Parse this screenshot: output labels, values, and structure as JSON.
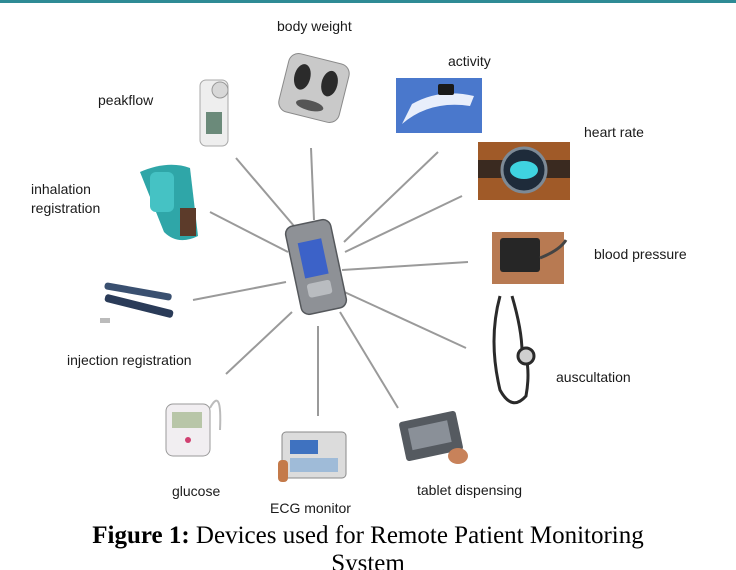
{
  "devices": {
    "body_weight": "body weight",
    "activity": "activity",
    "peakflow": "peakflow",
    "heart_rate": "heart rate",
    "inhalation_registration": [
      "inhalation",
      "registration"
    ],
    "blood_pressure": "blood pressure",
    "injection_registration": "injection registration",
    "auscultation": "auscultation",
    "glucose": "glucose",
    "ecg_monitor": "ECG monitor",
    "tablet_dispensing": "tablet dispensing"
  },
  "caption": {
    "prefix": "Figure 1:",
    "text_line1": "Devices used for Remote Patient Monitoring",
    "text_line2": "System"
  },
  "colors": {
    "top_bar": "#2e8b95",
    "spoke": "#9a9a9a"
  }
}
